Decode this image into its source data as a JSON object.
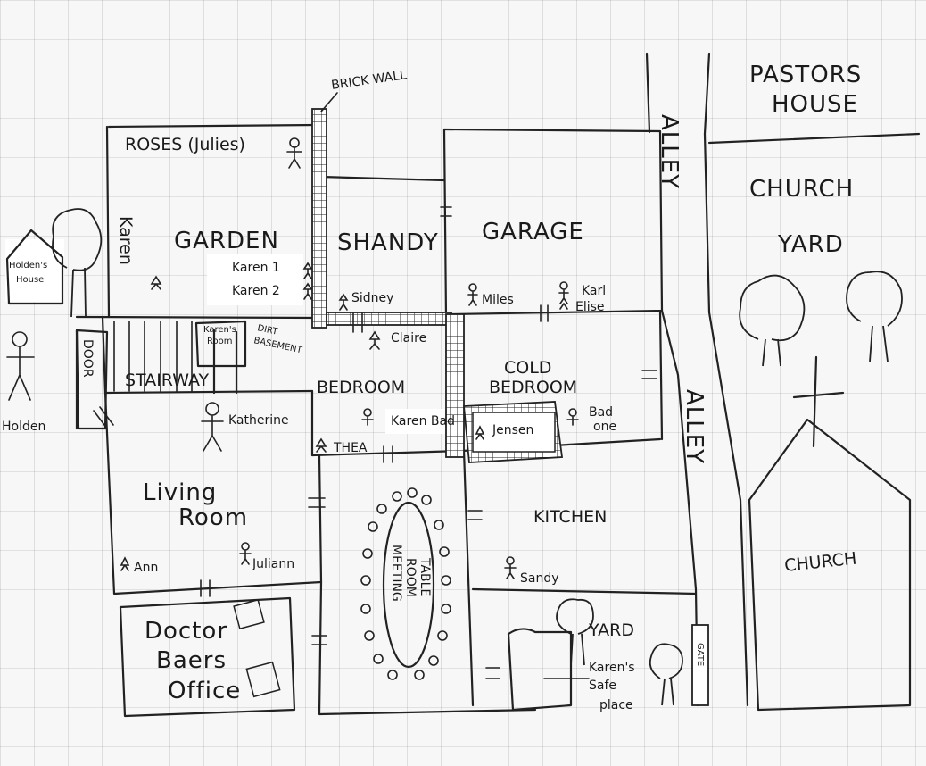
{
  "map": {
    "labels": {
      "brick_wall": "BRICK WALL",
      "pastors_house_1": "PASTORS",
      "pastors_house_2": "HOUSE",
      "roses": "ROSES (Julies)",
      "alley_top": "ALLEY",
      "church_yard_1": "CHURCH",
      "church_yard_2": "YARD",
      "karen_vertical": "Karen",
      "garden": "GARDEN",
      "shandy": "SHANDY",
      "garage": "GARAGE",
      "holdens_house_1": "Holden's",
      "holdens_house_2": "House",
      "karen1": "Karen 1",
      "karen2": "Karen 2",
      "sidney": "Sidney",
      "miles": "Miles",
      "karl": "Karl",
      "elise": "Elise",
      "karens_room_1": "Karen's",
      "karens_room_2": "Room",
      "dirt_basement_1": "DIRT",
      "dirt_basement_2": "BASEMENT",
      "claire": "Claire",
      "door": "DOOR",
      "stairway": "STAIRWAY",
      "bedroom": "BEDROOM",
      "cold_bedroom_1": "COLD",
      "cold_bedroom_2": "BEDROOM",
      "holden": "Holden",
      "katherine": "Katherine",
      "karen_bad": "Karen Bad",
      "jensen": "Jensen",
      "bad_one_1": "Bad",
      "bad_one_2": "one",
      "alley_right": "ALLEY",
      "thea": "THEA",
      "living_room_1": "Living",
      "living_room_2": "Room",
      "kitchen": "KITCHEN",
      "table_1": "MEETING",
      "table_2": "ROOM",
      "table_3": "TABLE",
      "church": "CHURCH",
      "ann": "Ann",
      "juliann": "Juliann",
      "sandy": "Sandy",
      "doctor_1": "Doctor",
      "doctor_2": "Baers",
      "doctor_3": "Office",
      "yard": "YARD",
      "safe_1": "Karen's",
      "safe_2": "Safe",
      "safe_3": "place",
      "gate": "GATE"
    }
  }
}
